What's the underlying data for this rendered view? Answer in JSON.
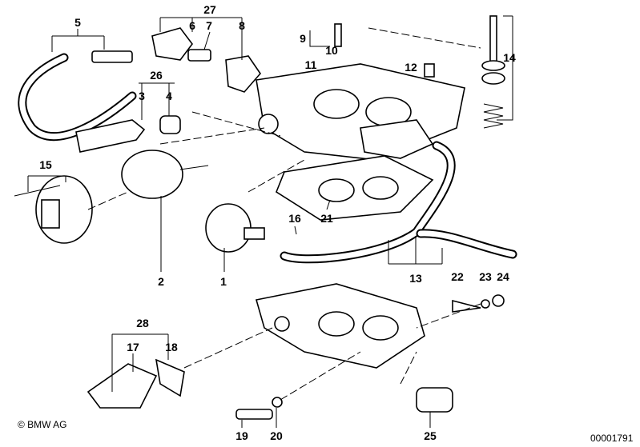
{
  "diagram": {
    "callouts": [
      "1",
      "2",
      "3",
      "4",
      "5",
      "6",
      "7",
      "8",
      "9",
      "10",
      "11",
      "12",
      "13",
      "14",
      "15",
      "16",
      "17",
      "18",
      "19",
      "20",
      "21",
      "22",
      "23",
      "24",
      "25",
      "26",
      "27",
      "28"
    ],
    "copyright": "© BMW AG",
    "reference_number": "00001791"
  }
}
